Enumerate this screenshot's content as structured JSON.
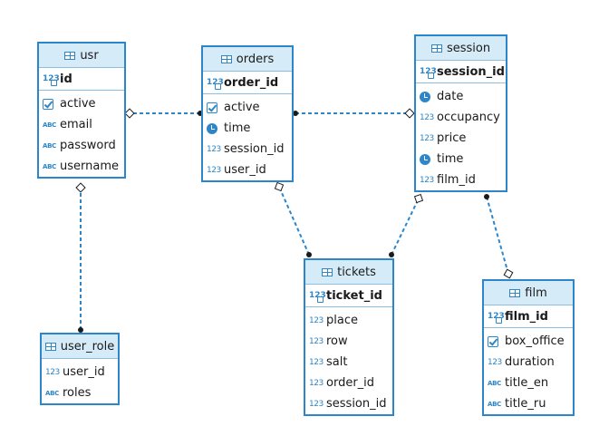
{
  "tables": {
    "usr": {
      "title": "usr",
      "pk": {
        "name": "id",
        "type": "numeric"
      },
      "columns": [
        {
          "name": "active",
          "type": "boolean"
        },
        {
          "name": "email",
          "type": "text"
        },
        {
          "name": "password",
          "type": "text"
        },
        {
          "name": "username",
          "type": "text"
        }
      ]
    },
    "orders": {
      "title": "orders",
      "pk": {
        "name": "order_id",
        "type": "numeric"
      },
      "columns": [
        {
          "name": "active",
          "type": "boolean"
        },
        {
          "name": "time",
          "type": "time"
        },
        {
          "name": "session_id",
          "type": "numeric"
        },
        {
          "name": "user_id",
          "type": "numeric"
        }
      ]
    },
    "session": {
      "title": "session",
      "pk": {
        "name": "session_id",
        "type": "numeric"
      },
      "columns": [
        {
          "name": "date",
          "type": "time"
        },
        {
          "name": "occupancy",
          "type": "numeric"
        },
        {
          "name": "price",
          "type": "numeric"
        },
        {
          "name": "time",
          "type": "time"
        },
        {
          "name": "film_id",
          "type": "numeric"
        }
      ]
    },
    "tickets": {
      "title": "tickets",
      "pk": {
        "name": "ticket_id",
        "type": "numeric"
      },
      "columns": [
        {
          "name": "place",
          "type": "numeric"
        },
        {
          "name": "row",
          "type": "numeric"
        },
        {
          "name": "salt",
          "type": "numeric"
        },
        {
          "name": "order_id",
          "type": "numeric"
        },
        {
          "name": "session_id",
          "type": "numeric"
        }
      ]
    },
    "film": {
      "title": "film",
      "pk": {
        "name": "film_id",
        "type": "numeric"
      },
      "columns": [
        {
          "name": "box_office",
          "type": "boolean"
        },
        {
          "name": "duration",
          "type": "numeric"
        },
        {
          "name": "title_en",
          "type": "text"
        },
        {
          "name": "title_ru",
          "type": "text"
        }
      ]
    },
    "user_role": {
      "title": "user_role",
      "pk": null,
      "columns": [
        {
          "name": "user_id",
          "type": "numeric"
        },
        {
          "name": "roles",
          "type": "text"
        }
      ]
    }
  },
  "icons": {
    "numeric": "123",
    "text": "ABC",
    "key": "123"
  },
  "colors": {
    "border": "#2c86c9",
    "header_bg": "#d6ebf8",
    "link": "#2c86c9",
    "link_end": "#1a1a1a"
  },
  "relationships": [
    {
      "from": "orders",
      "to": "usr"
    },
    {
      "from": "orders",
      "to": "session"
    },
    {
      "from": "user_role",
      "to": "usr"
    },
    {
      "from": "tickets",
      "to": "orders"
    },
    {
      "from": "tickets",
      "to": "session"
    },
    {
      "from": "session",
      "to": "film"
    }
  ]
}
